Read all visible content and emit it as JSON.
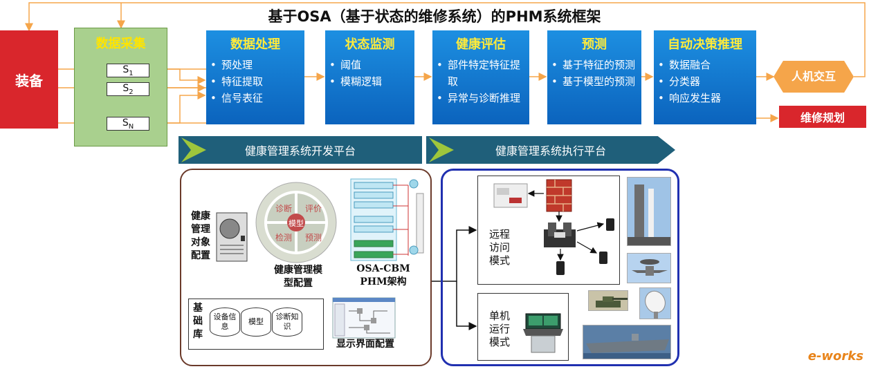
{
  "title": "基于OSA（基于状态的维修系统）的PHM系统框架",
  "equipment": "装备",
  "collection": {
    "title": "数据采集",
    "sensors": [
      {
        "base": "S",
        "sub": "1"
      },
      {
        "base": "S",
        "sub": "2"
      },
      {
        "base": "S",
        "sub": "N"
      }
    ]
  },
  "steps": [
    {
      "title": "数据处理",
      "items": [
        "预处理",
        "特征提取",
        "信号表征"
      ]
    },
    {
      "title": "状态监测",
      "items": [
        "阈值",
        "模糊逻辑"
      ]
    },
    {
      "title": "健康评估",
      "items": [
        "部件特定特征提取",
        "异常与诊断推理"
      ]
    },
    {
      "title": "预测",
      "items": [
        "基于特征的预测",
        "基于模型的预测"
      ]
    },
    {
      "title": "自动决策推理",
      "items": [
        "数据融合",
        "分类器",
        "响应发生器"
      ]
    }
  ],
  "hmi": "人机交互",
  "maintenance": "维修规划",
  "bands": [
    "健康管理系统开发平台",
    "健康管理系统执行平台"
  ],
  "dev": {
    "object_config": "健康管理对象配置",
    "wheel": {
      "segments": [
        "诊断",
        "评价",
        "检测",
        "预测"
      ],
      "center": "模型"
    },
    "model_config": "健康管理模型配置",
    "arch": "OSA-CBM PHM架构",
    "base_lib": "基础库",
    "libs": [
      "设备信息",
      "模型",
      "诊断知识"
    ],
    "ui_config": "显示界面配置"
  },
  "exec": {
    "remote": "远程访问模式",
    "standalone": "单机运行模式"
  },
  "brand": "e-works",
  "colors": {
    "red": "#d9262c",
    "green": "#a9d08e",
    "blue": "#0b63bd",
    "yellow": "#ffeb3b",
    "orange": "#f5a54a",
    "navy": "#2030b0"
  }
}
